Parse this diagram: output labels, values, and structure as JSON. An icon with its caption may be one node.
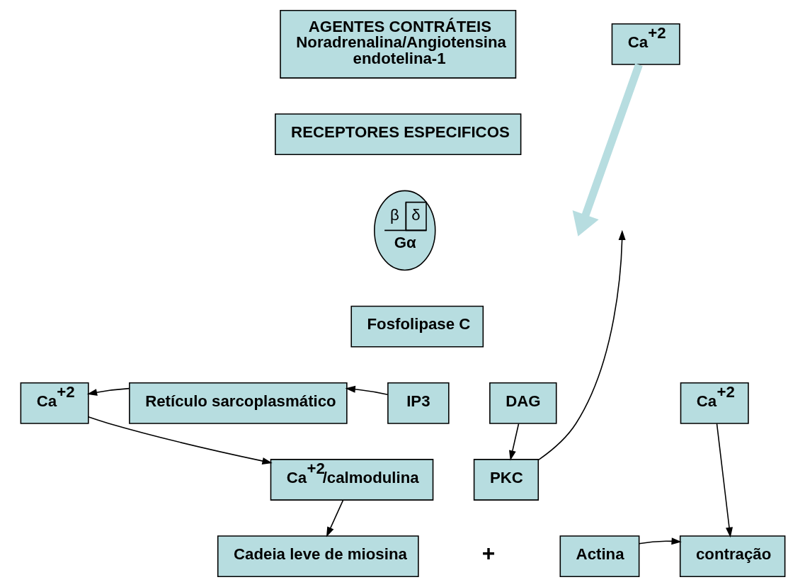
{
  "diagram": {
    "nodes": [
      {
        "text": [
          "AGENTES CONTRÁTEIS Noradrenalina/Angiotensina endotelina-1"
        ]
      },
      {
        "text": [
          "Ca$^{+2}$"
        ]
      },
      {
        "text": [
          "RECEPTORES ESPECIFICOS"
        ]
      },
      {
        "text": [
          "β",
          "δ",
          "Gα"
        ]
      },
      {
        "text": [
          "Fosfolipase C"
        ]
      },
      {
        "text": [
          "Retículo sarcoplasmático"
        ]
      },
      {
        "text": [
          "IP3"
        ]
      },
      {
        "text": [
          "Ca$^{+2}$"
        ]
      },
      {
        "text": [
          "DAG"
        ]
      },
      {
        "text": [
          "Ca$^{+2}$"
        ]
      },
      {
        "text": [
          "Ca$^{+2}$/calmodulina"
        ]
      },
      {
        "text": [
          "PKC"
        ]
      },
      {
        "text": [
          "Cadeia leve de miosina"
        ]
      },
      {
        "text": [
          "Actina"
        ]
      },
      {
        "text": [
          "contração"
        ]
      }
    ],
    "edges": [
      {
        "from": 1,
        "to": null,
        "arrow": "to",
        "style": "thick",
        "color": "#b7dde0"
      },
      {
        "from": 6,
        "to": 5,
        "arrow": "to"
      },
      {
        "from": 5,
        "to": 9,
        "arrow": "to"
      },
      {
        "from": 9,
        "to": 10,
        "arrow": "to"
      },
      {
        "from": 10,
        "to": 12,
        "arrow": "to"
      },
      {
        "from": 8,
        "to": 11,
        "arrow": "to"
      },
      {
        "from": 11,
        "to": null,
        "arrow": "to"
      },
      {
        "from": 13,
        "to": 14,
        "arrow": "to"
      },
      {
        "from": 7,
        "to": 14,
        "arrow": "to"
      }
    ],
    "labels": [
      "+"
    ]
  }
}
